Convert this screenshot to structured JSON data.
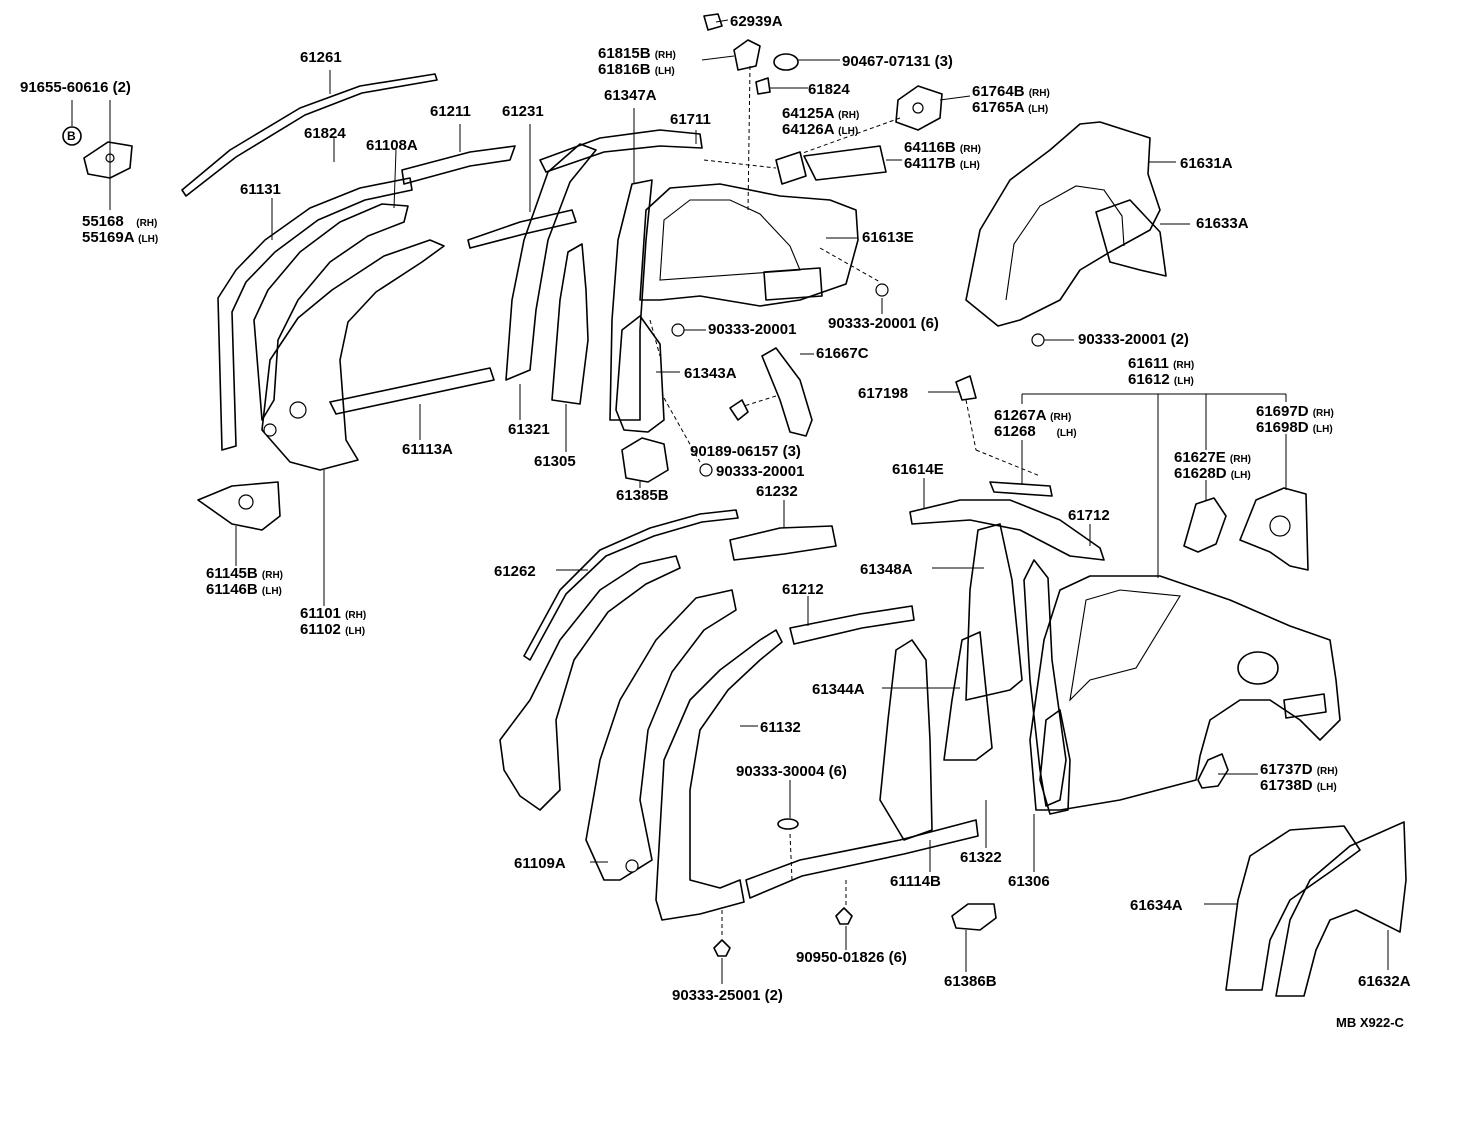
{
  "diagram": {
    "code": "MB  X922-C",
    "labels": [
      {
        "id": "62939A",
        "text": "62939A"
      },
      {
        "id": "61815B",
        "text": "61815B",
        "side": "(RH)"
      },
      {
        "id": "61816B",
        "text": "61816B",
        "side": "(LH)"
      },
      {
        "id": "90467-07131",
        "text": "90467-07131 (3)"
      },
      {
        "id": "61824a",
        "text": "61824"
      },
      {
        "id": "61764B",
        "text": "61764B",
        "side": "(RH)"
      },
      {
        "id": "61765A",
        "text": "61765A",
        "side": "(LH)"
      },
      {
        "id": "61261",
        "text": "61261"
      },
      {
        "id": "91655-60616",
        "text": "91655-60616 (2)"
      },
      {
        "id": "B",
        "text": "B"
      },
      {
        "id": "55168",
        "text": "55168",
        "side": "(RH)"
      },
      {
        "id": "55169A",
        "text": "55169A",
        "side": "(LH)"
      },
      {
        "id": "61211",
        "text": "61211"
      },
      {
        "id": "61231",
        "text": "61231"
      },
      {
        "id": "61347A",
        "text": "61347A"
      },
      {
        "id": "61711",
        "text": "61711"
      },
      {
        "id": "64125A",
        "text": "64125A",
        "side": "(RH)"
      },
      {
        "id": "64126A",
        "text": "64126A",
        "side": "(LH)"
      },
      {
        "id": "64116B",
        "text": "64116B",
        "side": "(RH)"
      },
      {
        "id": "64117B",
        "text": "64117B",
        "side": "(LH)"
      },
      {
        "id": "61824b",
        "text": "61824"
      },
      {
        "id": "61108A",
        "text": "61108A"
      },
      {
        "id": "61131",
        "text": "61131"
      },
      {
        "id": "61631A",
        "text": "61631A"
      },
      {
        "id": "61633A",
        "text": "61633A"
      },
      {
        "id": "61613E",
        "text": "61613E"
      },
      {
        "id": "90333-20001a",
        "text": "90333-20001"
      },
      {
        "id": "90333-20001b",
        "text": "90333-20001 (6)"
      },
      {
        "id": "90333-20001c",
        "text": "90333-20001 (2)"
      },
      {
        "id": "61667C",
        "text": "61667C"
      },
      {
        "id": "61343A",
        "text": "61343A"
      },
      {
        "id": "61611",
        "text": "61611",
        "side": "(RH)"
      },
      {
        "id": "61612",
        "text": "61612",
        "side": "(LH)"
      },
      {
        "id": "617198",
        "text": "617198"
      },
      {
        "id": "61267A",
        "text": "61267A",
        "side": "(RH)"
      },
      {
        "id": "61268",
        "text": "61268",
        "side": "(LH)"
      },
      {
        "id": "61697D",
        "text": "61697D",
        "side": "(RH)"
      },
      {
        "id": "61698D",
        "text": "61698D",
        "side": "(LH)"
      },
      {
        "id": "61113A",
        "text": "61113A"
      },
      {
        "id": "61321",
        "text": "61321"
      },
      {
        "id": "61305",
        "text": "61305"
      },
      {
        "id": "90189-06157",
        "text": "90189-06157 (3)"
      },
      {
        "id": "90333-20001d",
        "text": "90333-20001"
      },
      {
        "id": "61627E",
        "text": "61627E",
        "side": "(RH)"
      },
      {
        "id": "61628D",
        "text": "61628D",
        "side": "(LH)"
      },
      {
        "id": "61385B",
        "text": "61385B"
      },
      {
        "id": "61232",
        "text": "61232"
      },
      {
        "id": "61614E",
        "text": "61614E"
      },
      {
        "id": "61712",
        "text": "61712"
      },
      {
        "id": "61145B",
        "text": "61145B",
        "side": "(RH)"
      },
      {
        "id": "61146B",
        "text": "61146B",
        "side": "(LH)"
      },
      {
        "id": "61262",
        "text": "61262"
      },
      {
        "id": "61348A",
        "text": "61348A"
      },
      {
        "id": "61101",
        "text": "61101",
        "side": "(RH)"
      },
      {
        "id": "61102",
        "text": "61102",
        "side": "(LH)"
      },
      {
        "id": "61212",
        "text": "61212"
      },
      {
        "id": "61344A",
        "text": "61344A"
      },
      {
        "id": "61132",
        "text": "61132"
      },
      {
        "id": "90333-30004",
        "text": "90333-30004 (6)"
      },
      {
        "id": "61737D",
        "text": "61737D",
        "side": "(RH)"
      },
      {
        "id": "61738D",
        "text": "61738D",
        "side": "(LH)"
      },
      {
        "id": "61322",
        "text": "61322"
      },
      {
        "id": "61109A",
        "text": "61109A"
      },
      {
        "id": "61114B",
        "text": "61114B"
      },
      {
        "id": "61306",
        "text": "61306"
      },
      {
        "id": "61634A",
        "text": "61634A"
      },
      {
        "id": "90950-01826",
        "text": "90950-01826 (6)"
      },
      {
        "id": "61386B",
        "text": "61386B"
      },
      {
        "id": "61632A",
        "text": "61632A"
      },
      {
        "id": "90333-25001",
        "text": "90333-25001 (2)"
      }
    ]
  }
}
